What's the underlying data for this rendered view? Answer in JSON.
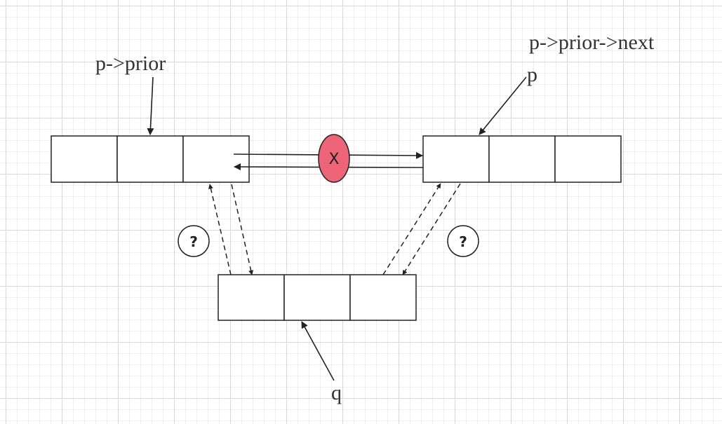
{
  "labels": {
    "p_prior": "p->prior",
    "p_prior_next": "p->prior->next",
    "p": "p",
    "q": "q"
  },
  "marks": {
    "unknown_left": "?",
    "unknown_right": "?",
    "broken_link": "X"
  },
  "colors": {
    "broken_link_fill": "#ee6478",
    "line": "#222222",
    "text": "#333333"
  }
}
